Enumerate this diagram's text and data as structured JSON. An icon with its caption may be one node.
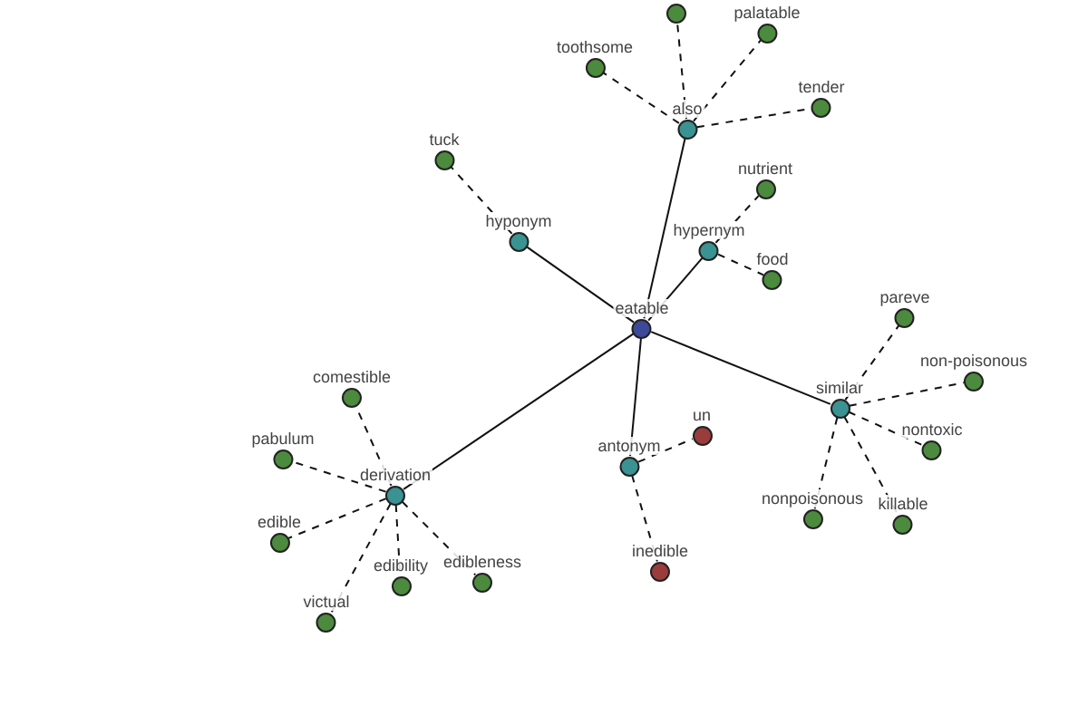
{
  "diagram": {
    "nodes": [
      {
        "text": [
          "eatable"
        ]
      },
      {
        "text": [
          "hyponym"
        ]
      },
      {
        "text": [
          "tuck"
        ]
      },
      {
        "text": [
          "also"
        ]
      },
      {
        "text": [],
        "shape": "circle"
      },
      {
        "text": [
          "palatable"
        ]
      },
      {
        "text": [
          "toothsome"
        ]
      },
      {
        "text": [
          "tender"
        ]
      },
      {
        "text": [
          "hypernym"
        ]
      },
      {
        "text": [
          "nutrient"
        ]
      },
      {
        "text": [
          "food"
        ]
      },
      {
        "text": [
          "similar"
        ]
      },
      {
        "text": [
          "pareve"
        ]
      },
      {
        "text": [
          "non-poisonous"
        ]
      },
      {
        "text": [
          "nontoxic"
        ]
      },
      {
        "text": [
          "killable"
        ]
      },
      {
        "text": [
          "nonpoisonous"
        ]
      },
      {
        "text": [
          "antonym"
        ]
      },
      {
        "text": [
          "un"
        ]
      },
      {
        "text": [
          "inedible"
        ]
      },
      {
        "text": [
          "derivation"
        ]
      },
      {
        "text": [
          "comestible"
        ]
      },
      {
        "text": [
          "pabulum"
        ]
      },
      {
        "text": [
          "edible"
        ]
      },
      {
        "text": [
          "victual"
        ]
      },
      {
        "text": [
          "edibility"
        ]
      },
      {
        "text": [
          "edibleness"
        ]
      }
    ],
    "edges": [
      {
        "from": 0,
        "to": 1,
        "arrow": "none"
      },
      {
        "from": 1,
        "to": 2,
        "arrow": "none",
        "style": "dashed"
      },
      {
        "from": 0,
        "to": 3,
        "arrow": "none"
      },
      {
        "from": 3,
        "to": 4,
        "arrow": "none",
        "style": "dashed"
      },
      {
        "from": 3,
        "to": 5,
        "arrow": "none",
        "style": "dashed"
      },
      {
        "from": 3,
        "to": 6,
        "arrow": "none",
        "style": "dashed"
      },
      {
        "from": 3,
        "to": 7,
        "arrow": "none",
        "style": "dashed"
      },
      {
        "from": 0,
        "to": 8,
        "arrow": "none"
      },
      {
        "from": 8,
        "to": 9,
        "arrow": "none",
        "style": "dashed"
      },
      {
        "from": 8,
        "to": 10,
        "arrow": "none",
        "style": "dashed"
      },
      {
        "from": 0,
        "to": 11,
        "arrow": "none"
      },
      {
        "from": 11,
        "to": 12,
        "arrow": "none",
        "style": "dashed"
      },
      {
        "from": 11,
        "to": 13,
        "arrow": "none",
        "style": "dashed"
      },
      {
        "from": 11,
        "to": 14,
        "arrow": "none",
        "style": "dashed"
      },
      {
        "from": 11,
        "to": 15,
        "arrow": "none",
        "style": "dashed"
      },
      {
        "from": 11,
        "to": 16,
        "arrow": "none",
        "style": "dashed"
      },
      {
        "from": 0,
        "to": 17,
        "arrow": "none"
      },
      {
        "from": 17,
        "to": 18,
        "arrow": "none",
        "style": "dashed"
      },
      {
        "from": 17,
        "to": 19,
        "arrow": "none",
        "style": "dashed"
      },
      {
        "from": 0,
        "to": 20,
        "arrow": "none"
      },
      {
        "from": 20,
        "to": 21,
        "arrow": "none",
        "style": "dashed"
      },
      {
        "from": 20,
        "to": 22,
        "arrow": "none",
        "style": "dashed"
      },
      {
        "from": 20,
        "to": 23,
        "arrow": "none",
        "style": "dashed"
      },
      {
        "from": 20,
        "to": 24,
        "arrow": "none",
        "style": "dashed"
      },
      {
        "from": 20,
        "to": 25,
        "arrow": "none",
        "style": "dashed"
      },
      {
        "from": 20,
        "to": 26,
        "arrow": "none",
        "style": "dashed"
      }
    ]
  }
}
